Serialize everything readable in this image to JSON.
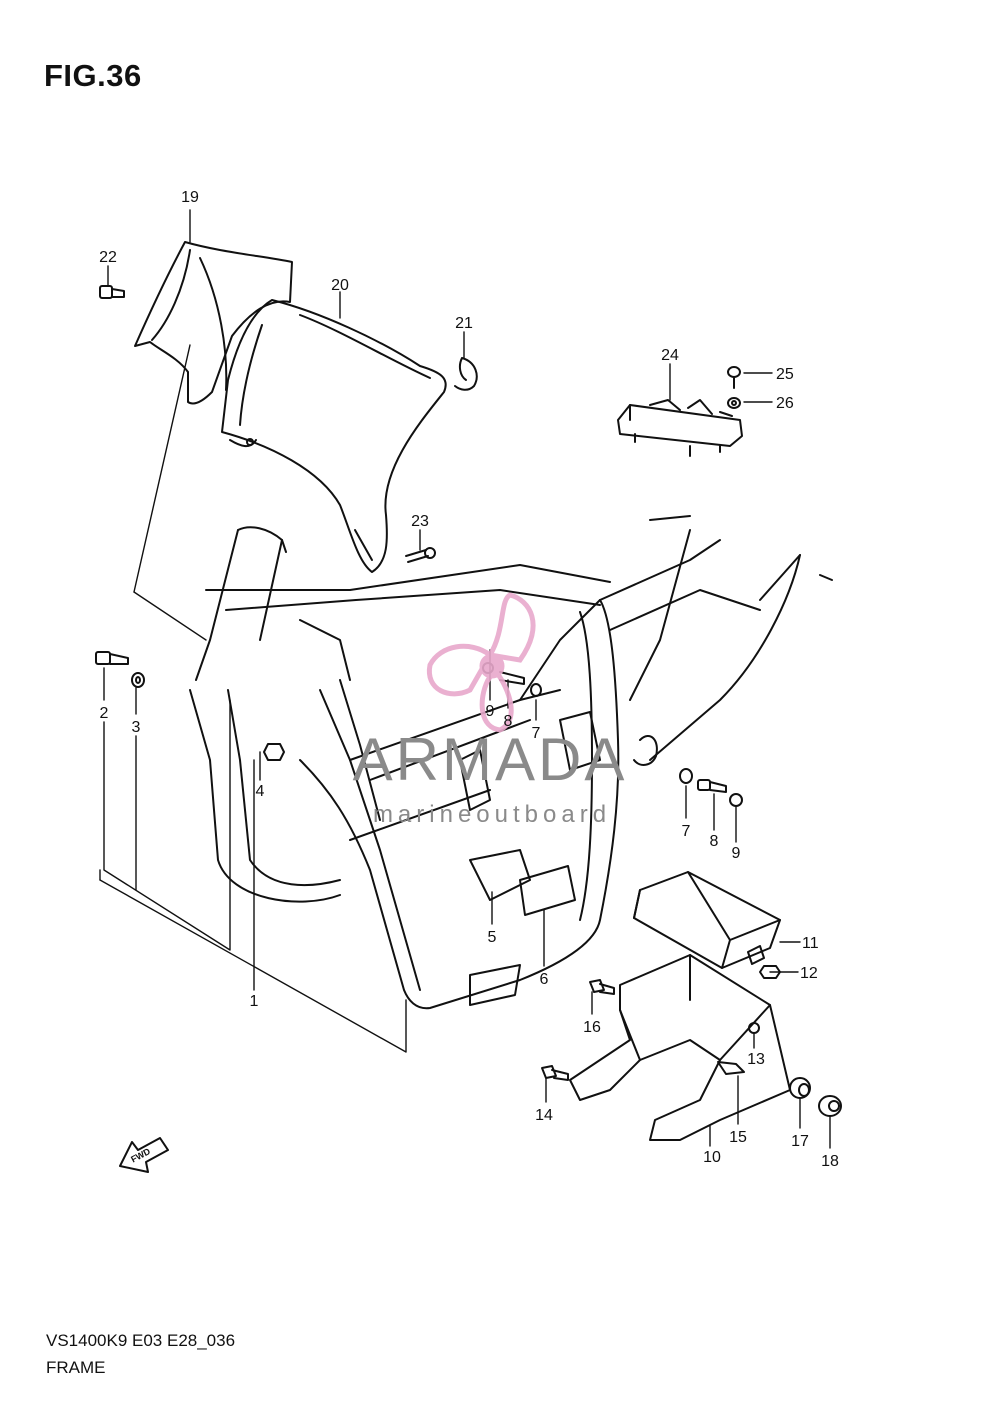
{
  "figure": {
    "title": "FIG.36",
    "model_code": "VS1400K9 E03 E28_036",
    "section_name": "FRAME"
  },
  "fwd_label": "FWD",
  "watermark": {
    "brand": "ARMADA",
    "tagline": "marineoutboard",
    "logo_color": "#e8a8cc",
    "text_color": "#8a8a8a"
  },
  "callouts": [
    {
      "id": "c1",
      "label": "1"
    },
    {
      "id": "c2",
      "label": "2"
    },
    {
      "id": "c3",
      "label": "3"
    },
    {
      "id": "c4",
      "label": "4"
    },
    {
      "id": "c5",
      "label": "5"
    },
    {
      "id": "c6",
      "label": "6"
    },
    {
      "id": "c7a",
      "label": "7"
    },
    {
      "id": "c7b",
      "label": "7"
    },
    {
      "id": "c8a",
      "label": "8"
    },
    {
      "id": "c8b",
      "label": "8"
    },
    {
      "id": "c9a",
      "label": "9"
    },
    {
      "id": "c9b",
      "label": "9"
    },
    {
      "id": "c10",
      "label": "10"
    },
    {
      "id": "c11",
      "label": "11"
    },
    {
      "id": "c12",
      "label": "12"
    },
    {
      "id": "c13",
      "label": "13"
    },
    {
      "id": "c14",
      "label": "14"
    },
    {
      "id": "c15",
      "label": "15"
    },
    {
      "id": "c16",
      "label": "16"
    },
    {
      "id": "c17",
      "label": "17"
    },
    {
      "id": "c18",
      "label": "18"
    },
    {
      "id": "c19",
      "label": "19"
    },
    {
      "id": "c20",
      "label": "20"
    },
    {
      "id": "c21",
      "label": "21"
    },
    {
      "id": "c22",
      "label": "22"
    },
    {
      "id": "c23",
      "label": "23"
    },
    {
      "id": "c24",
      "label": "24"
    },
    {
      "id": "c25",
      "label": "25"
    },
    {
      "id": "c26",
      "label": "26"
    }
  ]
}
